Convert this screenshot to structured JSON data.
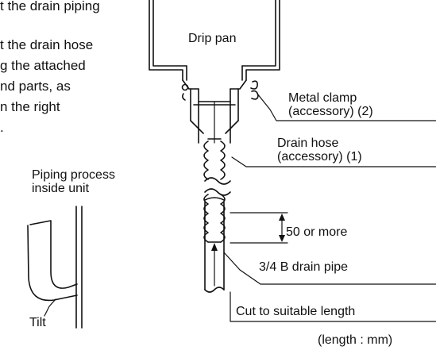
{
  "instructions": {
    "line1": "t the drain piping",
    "line2": "t the drain hose",
    "line3": "g the attached",
    "line4": "nd parts, as",
    "line5": "n the right",
    "line6": "."
  },
  "inset": {
    "title_line1": "Piping process",
    "title_line2": "inside unit",
    "tilt_label": "Tilt"
  },
  "labels": {
    "drip_pan": "Drip pan",
    "metal_clamp_line1": "Metal clamp",
    "metal_clamp_line2": "(accessory) (2)",
    "drain_hose_line1": "Drain hose",
    "drain_hose_line2": "(accessory) (1)",
    "fifty_or_more": "50 or more",
    "drain_pipe": "3/4 B drain pipe",
    "cut_length": "Cut to suitable length",
    "length_unit": "(length : mm)"
  }
}
